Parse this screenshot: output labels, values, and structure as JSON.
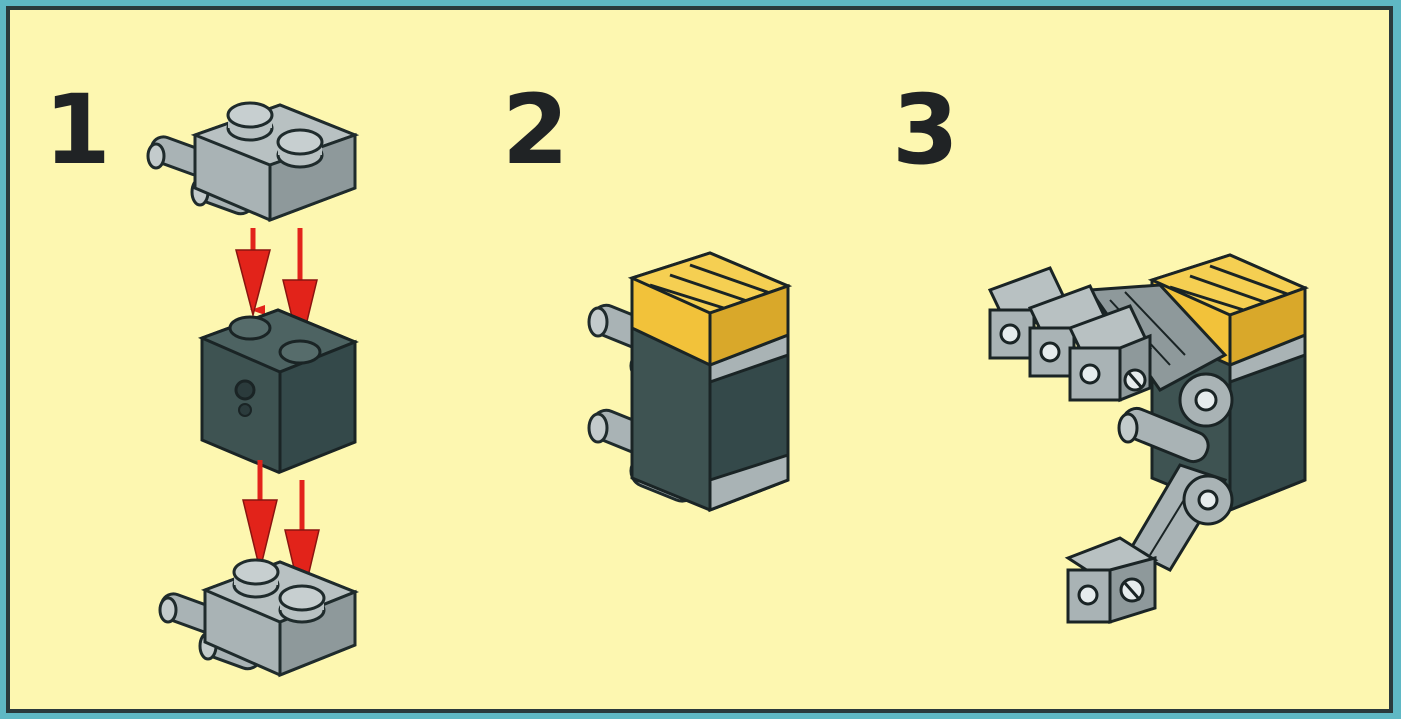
{
  "steps": [
    {
      "number": "1"
    },
    {
      "number": "2"
    },
    {
      "number": "3"
    }
  ],
  "colors": {
    "background": "#fdf7b0",
    "border": "#2a3a3c",
    "frame": "#5fb8c4",
    "light_gray_part": "#a9b3b5",
    "dark_gray_part": "#3e5352",
    "yellow_part": "#f2c23a",
    "arrow": "#e2231a"
  }
}
